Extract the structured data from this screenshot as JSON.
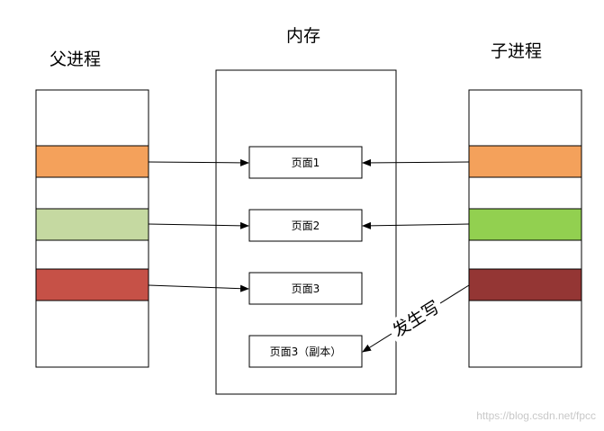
{
  "labels": {
    "parent": "父进程",
    "memory": "内存",
    "child": "子进程",
    "write_event": "发生写"
  },
  "pages": {
    "page1": "页面1",
    "page2": "页面2",
    "page3": "页面3",
    "page3_copy": "页面3（副本）"
  },
  "colors": {
    "orange": "#F4A15B",
    "light_green": "#C5D9A1",
    "red": "#C65147",
    "bright_green": "#92D050",
    "dark_red": "#943634"
  },
  "watermark": "https://blog.csdn.net/fpcc"
}
